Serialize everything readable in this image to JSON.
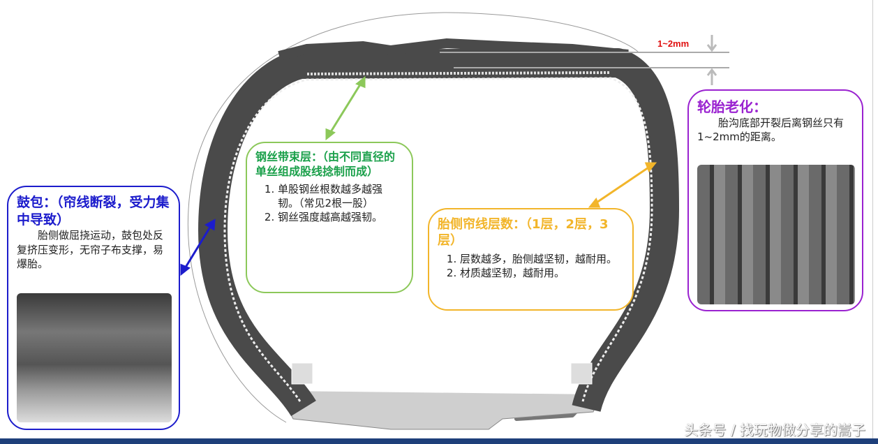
{
  "dimension_label": "1~2mm",
  "bulge": {
    "title": "鼓包：（帘线断裂，受力集中导致）",
    "text": "胎侧做屈挠运动，鼓包处反复挤压变形，无帘子布支撑，易爆胎。",
    "color": "#1c1ccc"
  },
  "belt": {
    "title": "钢丝带束层：（由不同直径的单丝组成股线捻制而成）",
    "items": [
      "单股钢丝根数越多越强韧。（常见2根一股）",
      "钢丝强度越高越强韧。"
    ],
    "color": "#1aa04a"
  },
  "ply": {
    "title": "胎侧帘线层数：（1层，2层，3层）",
    "items": [
      "层数越多，胎侧越坚韧，越耐用。",
      "材质越坚韧，越耐用。"
    ],
    "color": "#f2b52a"
  },
  "aging": {
    "title": "轮胎老化：",
    "text": "胎沟底部开裂后离钢丝只有1~2mm的距离。",
    "color": "#9a22d0"
  },
  "watermark": "头条号 / 找玩物做分享的嵩子"
}
